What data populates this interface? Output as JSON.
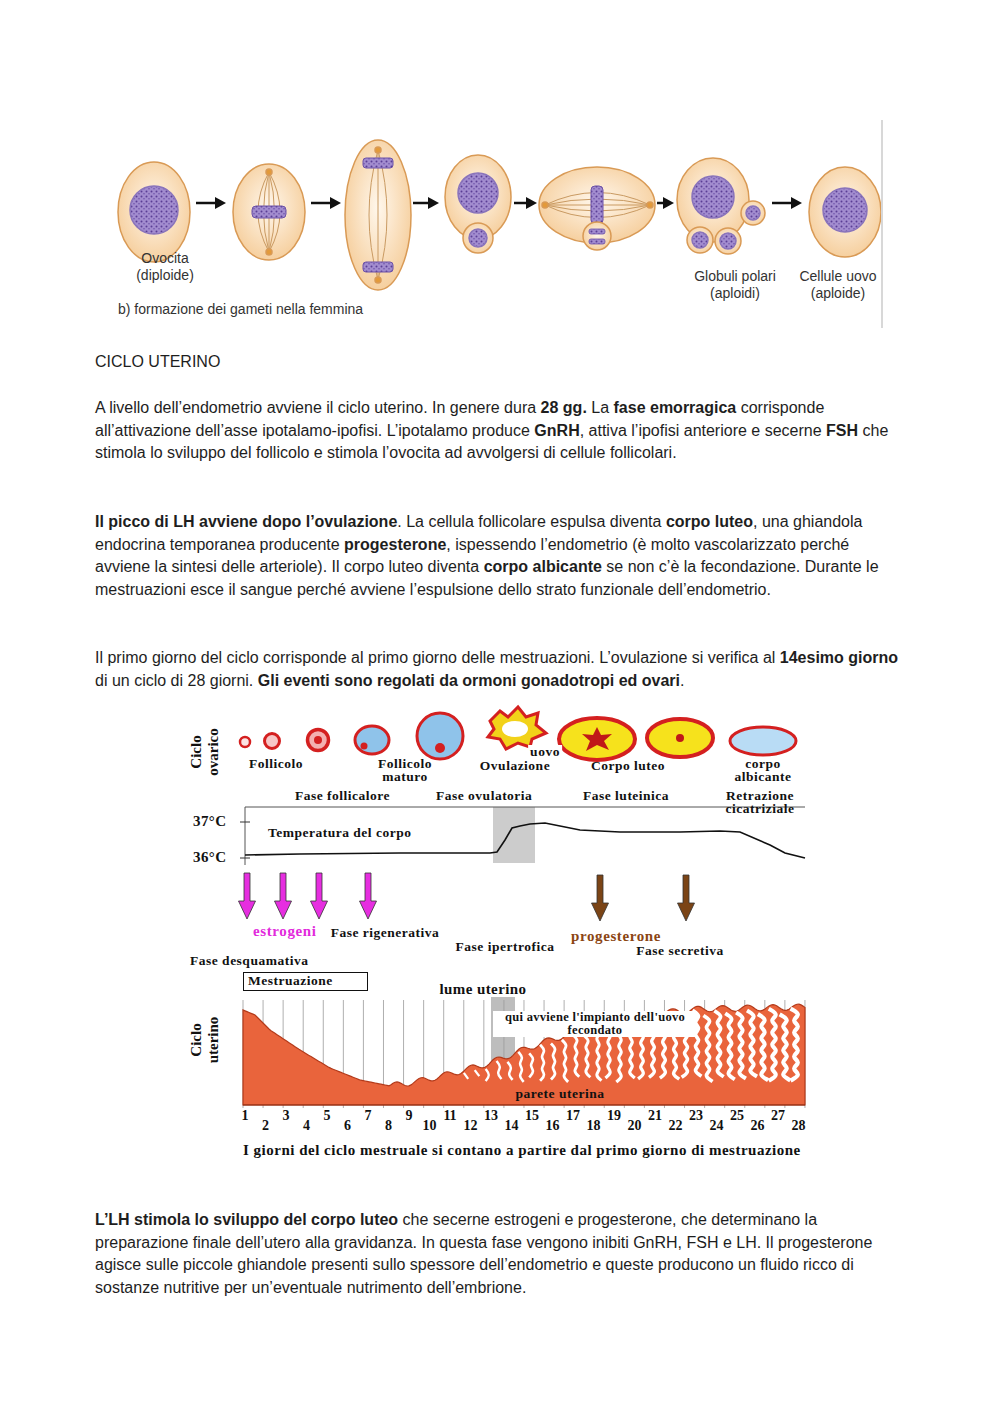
{
  "diagram": {
    "title": "CICLO UTERINO",
    "caption": "I giorni del ciclo mestruale si contano a partire dal primo giorno di mestruazione",
    "nodes": [
      {
        "text": [
          "Mestruazione"
        ]
      }
    ],
    "labels": [
      "Ovocita (diploide)",
      "b) formazione dei gameti nella femmina",
      "Globuli polari (aploidi)",
      "Cellule uovo (aploide)",
      "A livello dell’endometrio avviene il ciclo uterino. In genere dura ",
      "28 gg.",
      " La ",
      "fase emorragica",
      " corrisponde all’attivazione dell’asse ipotalamo-ipofisi. L’ipotalamo produce ",
      "GnRH",
      ", attiva l’ipofisi anteriore e secerne ",
      "FSH",
      " che stimola lo sviluppo del follicolo e stimola l’ovocita ad avvolgersi di cellule follicolari.",
      "Il picco di LH avviene dopo l’ovulazione",
      ". La cellula follicolare espulsa diventa ",
      "corpo luteo",
      ", una ghiandola endocrina temporanea producente ",
      "progesterone",
      ", ispessendo l’endometrio (è molto vascolarizzato perché avviene la sintesi delle arteriole). Il corpo luteo diventa ",
      "corpo albicante",
      " se non c’è la fecondazione. Durante le mestruazioni esce il sangue perché avviene l’espulsione dello strato funzionale dell’endometrio.",
      "Il primo giorno del ciclo corrisponde al primo giorno delle mestruazioni. L’ovulazione si verifica al ",
      "14esimo giorno",
      " di un ciclo di 28 giorni. ",
      "Gli eventi sono regolati da ormoni gonadotropi ed ovari",
      ".",
      "Ciclo ovarico",
      "Follicolo",
      "Follicolo maturo",
      "uovo",
      "Ovulazione",
      "Corpo luteo",
      "corpo albicante",
      "Fase follicalore",
      "Fase ovulatoria",
      "Fase luteinica",
      "Retrazione cicatriziale",
      "37°C",
      "36°C",
      "Temperatura del corpo",
      "estrogeni",
      "Fase rigenerativa",
      "progesterone",
      "Fase desquamativa",
      "Fase ipertrofica",
      "Fase secretiva",
      "lume uterino",
      "qui avviene l'impianto dell'uovo fecondato",
      "parete uterina",
      "Ciclo uterino",
      "1",
      "2",
      "3",
      "4",
      "5",
      "6",
      "7",
      "8",
      "9",
      "10",
      "11",
      "12",
      "13",
      "14",
      "15",
      "16",
      "17",
      "18",
      "19",
      "20",
      "21",
      "22",
      "23",
      "24",
      "25",
      "26",
      "27",
      "28",
      "L’LH stimola lo sviluppo del corpo luteo",
      " che secerne estrogeni e progesterone, che determinano la preparazione finale dell’utero alla gravidanza. In questa fase vengono inibiti GnRH, FSH e LH. Il progesterone agisce sulle piccole ghiandole presenti sullo spessore dell’endometrio e queste producono un fluido ricco di sostanze nutritive per un’eventuale nutrimento dell’embrione."
    ]
  }
}
